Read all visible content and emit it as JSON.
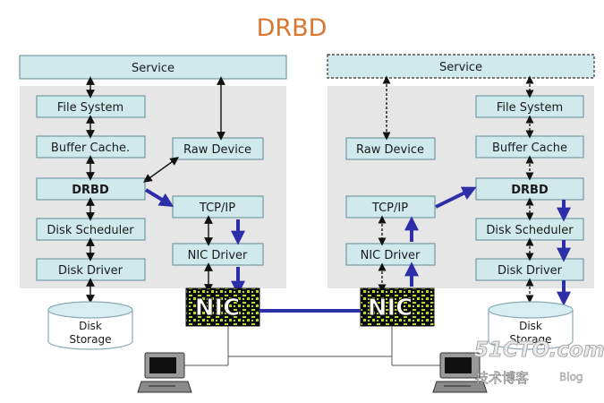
{
  "title": "DRBD",
  "left_node": {
    "service": "Service",
    "file_system": "File System",
    "buffer_cache": "Buffer Cache.",
    "raw_device": "Raw Device",
    "drbd": "DRBD",
    "tcp_ip": "TCP/IP",
    "disk_scheduler": "Disk Scheduler",
    "nic_driver": "NIC Driver",
    "disk_driver": "Disk Driver",
    "nic": "NIC",
    "disk_storage_line1": "Disk",
    "disk_storage_line2": "Storage"
  },
  "right_node": {
    "service": "Service",
    "raw_device": "Raw Device",
    "file_system": "File System",
    "buffer_cache": "Buffer Cache",
    "tcp_ip": "TCP/IP",
    "drbd": "DRBD",
    "nic_driver": "NIC Driver",
    "disk_scheduler": "Disk Scheduler",
    "disk_driver": "Disk Driver",
    "nic": "NIC",
    "disk_storage_line1": "Disk",
    "disk_storage_line2": "Storage"
  },
  "watermark": {
    "site": "51CTO.com",
    "cn": "技术博客",
    "blog": "Blog"
  },
  "colors": {
    "title": "#d9772f",
    "box_fill": "#cfe9ec",
    "box_stroke": "#5e8a93",
    "panel_bg": "#e6e6e6",
    "data_path": "#2c2fa8",
    "nic_chip": "#b6dc1c"
  }
}
